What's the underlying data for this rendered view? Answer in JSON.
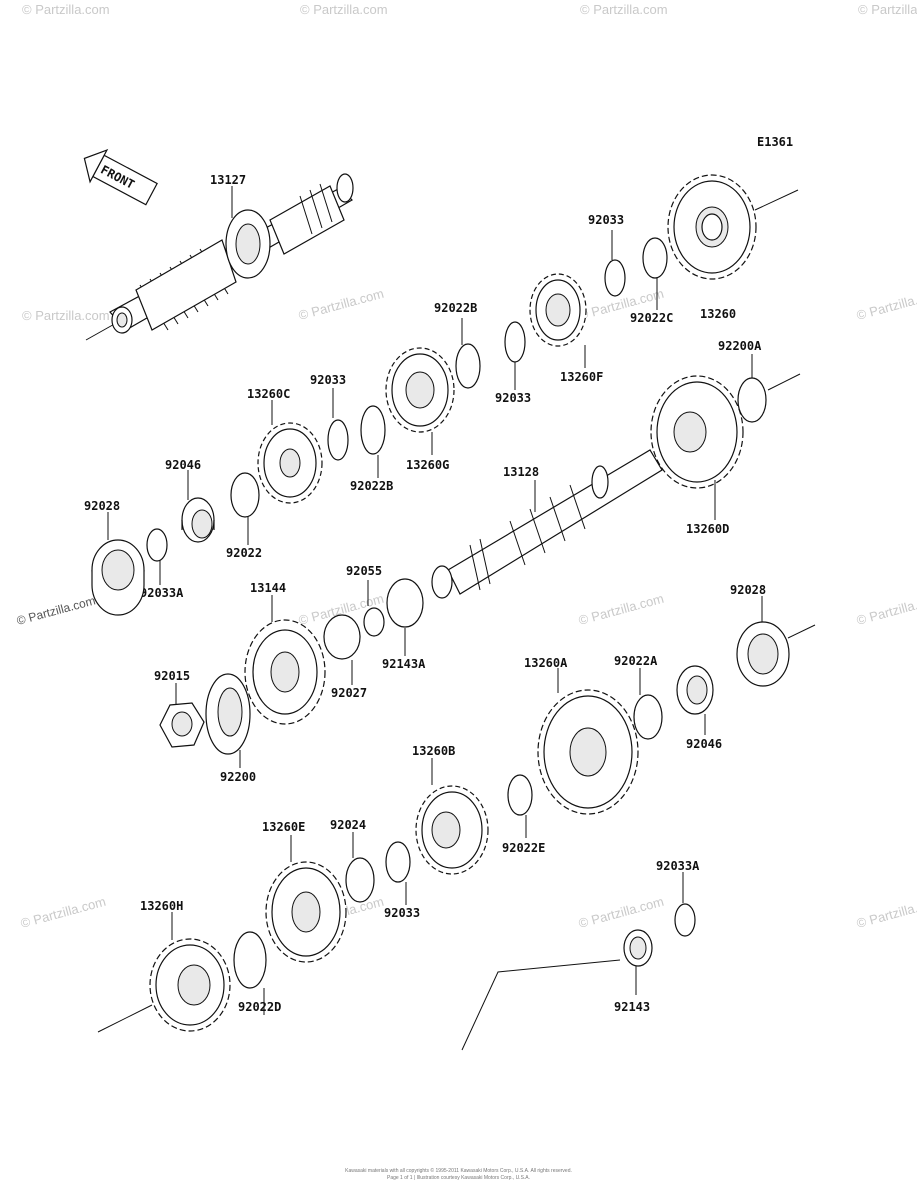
{
  "diagram_code": "E1361",
  "front_label": "FRONT",
  "watermark": "© Partzilla.com",
  "copyright_line1": "Kawasaki materials with all copyrights © 1995-2011 Kawasaki Motors Corp., U.S.A. All rights reserved.",
  "copyright_line2": "Page 1 of 1 | Illustration courtesy Kawasaki Motors Corp., U.S.A.",
  "labels": {
    "p13127": "13127",
    "p92033_a": "92033",
    "p13260": "13260",
    "p92022C": "92022C",
    "p92022B_a": "92022B",
    "p92033_b": "92033",
    "p13260F": "13260F",
    "p92200A": "92200A",
    "p13260C": "13260C",
    "p92033_c": "92033",
    "p92022B_b": "92022B",
    "p13260G": "13260G",
    "p13128": "13128",
    "p13260D": "13260D",
    "p92046_a": "92046",
    "p92028_a": "92028",
    "p92022": "92022",
    "p92033A_a": "92033A",
    "p92055": "92055",
    "p13144": "13144",
    "p92143A": "92143A",
    "p92027": "92027",
    "p92028_b": "92028",
    "p13260A": "13260A",
    "p92022A": "92022A",
    "p92015": "92015",
    "p92200": "92200",
    "p92046_b": "92046",
    "p13260B": "13260B",
    "p92022E": "92022E",
    "p13260E": "13260E",
    "p92024": "92024",
    "p92033_d": "92033",
    "p92033A_b": "92033A",
    "p13260H": "13260H",
    "p92022D": "92022D",
    "p92143": "92143"
  }
}
